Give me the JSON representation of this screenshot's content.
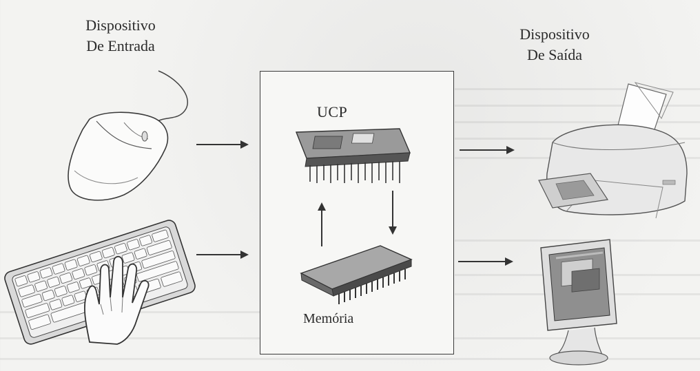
{
  "diagram": {
    "input_label_line1": "Dispositivo",
    "input_label_line2": "De Entrada",
    "output_label_line1": "Dispositivo",
    "output_label_line2": "De Saída",
    "cpu_label": "UCP",
    "memory_label": "Memória"
  },
  "icons": {
    "mouse": "mouse-icon",
    "keyboard": "keyboard-icon",
    "hand": "hand-icon",
    "cpu": "cpu-chip-icon",
    "memory": "memory-chip-icon",
    "printer": "printer-icon",
    "monitor": "monitor-icon"
  },
  "colors": {
    "ink": "#2b2b2b",
    "paper": "#f3f3f1"
  }
}
